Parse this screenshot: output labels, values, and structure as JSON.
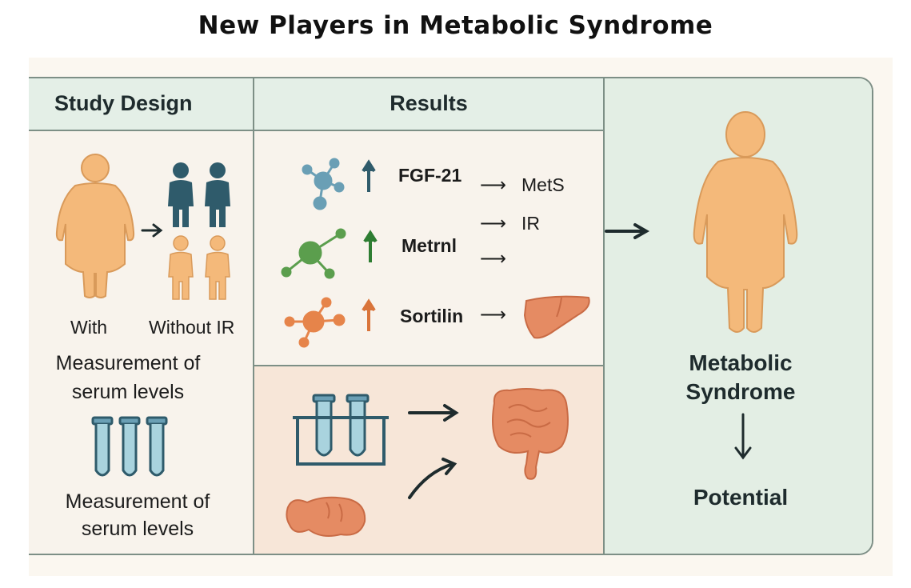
{
  "title": "New Players in Metabolic Syndrome",
  "study_design": {
    "header": "Study Design",
    "label_with": "With",
    "label_without": "Without IR",
    "measurement_1": "Measurement of serum levels",
    "measurement_2": "Measurement of serum levels"
  },
  "results": {
    "header": "Results",
    "markers": [
      {
        "name": "FGF-21",
        "color": "#6a9fb5"
      },
      {
        "name": "Metrnl",
        "color": "#5b9e4d"
      },
      {
        "name": "Sortilin",
        "color": "#e6844a"
      }
    ],
    "target_mets": "MetS",
    "target_ir": "IR"
  },
  "metabolic": {
    "label": "Metabolic Syndrome",
    "potential": "Potential"
  },
  "colors": {
    "border": "#7d8f86",
    "header_bg": "#e4efe7",
    "body_orange": "#f4b97a",
    "person_dark": "#2f5b6b",
    "organ": "#e58b63"
  }
}
